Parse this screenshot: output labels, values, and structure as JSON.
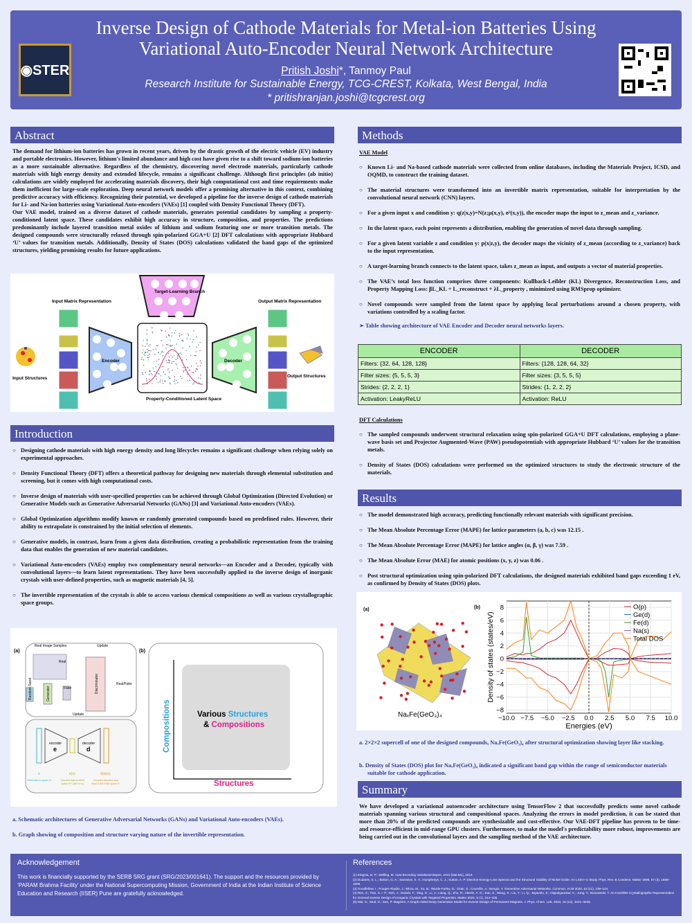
{
  "header": {
    "title_line1": "Inverse Design of Cathode Materials for Metal-ion Batteries Using",
    "title_line2": "Variational Auto-Encoder Neural Network Architecture",
    "author1": "Pritish Joshi",
    "author_rest": "*, Tanmoy Paul",
    "affiliation": "Research Institute for Sustainable Energy, TCG-CREST, Kolkata, West Bengal, India",
    "email": "* pritishranjan.joshi@tcgcrest.org",
    "logo": "ESTER"
  },
  "abstract": {
    "heading": "Abstract",
    "p1": "The demand for lithium-ion batteries has grown in recent years, driven by the drastic growth of the electric vehicle (EV) industry and portable electronics. However, lithium's limited abundance and high cost have given rise to a shift toward sodium-ion batteries as a more sustainable alternative. Regardless of the chemistry, discovering novel electrode materials, particularly cathode materials with high energy density and extended lifecycle, remains a significant challenge. Although first principles (ab initio) calculations are widely employed for accelerating materials discovery, their high computational cost and time requirements make them inefficient for large-scale exploration. Deep neural network models offer a promising alternative in this context, combining predictive accuracy with efficiency. Recognizing their potential, we developed a pipeline for the inverse design of cathode materials for Li- and Na-ion batteries using Variational Auto-encoders (VAEs) [1] coupled with Density Functional Theory (DFT).",
    "p2": "Our VAE model, trained on a diverse dataset of cathode materials, generates potential candidates by sampling a property-conditioned latent space. These candidates exhibit high accuracy in structure, composition, and properties. The predictions predominantly include layered transition metal oxides of lithium and sodium featuring one or more transition metals. The designed compounds were structurally relaxed through spin-polarized GGA+U [2] DFT calculations with appropriate Hubbard ‘U’ values for transition metals. Additionally, Density of States (DOS) calculations validated the band gaps of the optimized structures, yielding promising results for future applications."
  },
  "vae_figure": {
    "input_matrix": "Input Matrix Representation",
    "output_matrix": "Output Matrix Representation",
    "input_structures": "Input Structures",
    "output_structures": "Output Structures",
    "encoder": "Encoder",
    "decoder": "Decoder",
    "target": "Target-Learning Branch",
    "latent": "Property-Conditioned Latent Space"
  },
  "introduction": {
    "heading": "Introduction",
    "items": [
      "Designing cathode materials with high energy density and long lifecycles remains a significant challenge when relying solely on experimental approaches.",
      "Density Functional Theory (DFT) offers a theoretical pathway for designing new materials through elemental substitution and screening, but it comes with high computational costs.",
      "Inverse design of materials with user-specified properties can be achieved through Global Optimization (Directed Evolution) or Generative Models such as Generative Adversarial Networks (GANs) [3] and Variational Auto-encoders (VAEs).",
      "Global Optimization algorithms modify known or randomly generated compounds based on predefined rules. However, their ability to extrapolate is constrained by the initial selection of elements.",
      "Generative models, in contrast, learn from a given data distribution, creating a probabilistic representation from the training data that enables the generation of new material candidates.",
      "Variational Auto-encoders (VAEs) employ two complementary neural networks—an Encoder and a Decoder, typically with convolutional layers—to learn latent representations. They have been successfully applied to the inverse design of inorganic crystals with user-defined properties, such as magnetic materials [4, 5].",
      "The invertible representation of the crystals is able to access various chemical compositions as well as various crystallographic space groups."
    ]
  },
  "gan_figure": {
    "a": "(a)",
    "b": "(b)",
    "real_samples": "Real Image Samples",
    "update": "Update",
    "real": "Real",
    "fake": "Fake",
    "discriminator": "Discriminator",
    "generator": "Generator",
    "seed": "Random Seed",
    "realfake": "Real/Fake",
    "encoder": "encoder",
    "e": "e",
    "decoder": "decoder",
    "d": "d",
    "x": "x",
    "ex": "e(x)",
    "dex": "d(e(x))",
    "x_desc": "initial data in space ℝⁿ",
    "ex_desc": "encoded data in latent space ℝᵐ (with m<n)",
    "dex_desc": "encoded-decoded data back in the initial space ℝⁿ",
    "various": "Various ",
    "structures_word": "Structures",
    "amp": "& ",
    "compositions_word": "Compositions",
    "y_axis": "Compositions",
    "x_axis": "Structures"
  },
  "intro_captions": [
    "a.  Schematic architectures of Generative Adversarial Networks (GANs) and Variational Auto-encoders (VAEs).",
    "b.  Graph showing of composition and structure varying nature of the invertible representation."
  ],
  "methods": {
    "heading": "Methods",
    "vae_heading": "VAE Model",
    "items": [
      "Known Li- and Na-based cathode materials were collected from online databases, including the Materials Project, ICSD, and OQMD, to construct the training dataset.",
      "The material structures were transformed into an invertible matrix representation, suitable for interpretation by the convolutional neural network (CNN) layers.",
      "For a given input x and condition y: q(z|x,y)=N(z;μ(x,y), σ²(x,y)), the encoder maps the input to z_mean and z_variance.",
      "In the latent space, each point represents a distribution, enabling the generation of novel data through sampling.",
      "For a given latent variable z and condition y: p(x|z,y), the decoder maps the vicinity of z_mean (according to z_variance) back to the input representation.",
      "A target-learning branch connects to the latent space, takes z_mean as input, and outputs a vector of material properties.",
      "The VAE’s total loss function comprises three components: Kullback-Leibler (KL) Divergence, Reconstruction Loss, and Property Mapping Loss: βL_KL + L_reconstruct + λL_property , minimized using RMSprop optimizer.",
      "Novel compounds were sampled from the latent space by applying local perturbations around a chosen property, with variations controlled by a scaling factor."
    ],
    "table_caption": "➢ Table showing architecture of VAE Encoder and Decoder neural networks layers.",
    "table": {
      "headers": [
        "ENCODER",
        "DECODER"
      ],
      "rows": [
        [
          "Filters: {32, 64, 128, 128}",
          "Filters: {128, 128, 64, 32}"
        ],
        [
          "Filter sizes: {5, 5, 5, 3}",
          "Filter sizes: {3, 5, 5, 5}"
        ],
        [
          "Strides: {2, 2, 2, 1}",
          "Strides: {1, 2, 2, 2}"
        ],
        [
          "Activation: LeakyReLU",
          "Activation: ReLU"
        ]
      ]
    },
    "dft_heading": "DFT Calculations",
    "dft_items": [
      "The sampled compounds underwent structural relaxation using spin-polarized GGA+U DFT calculations, employing a plane-wave basis set and Projector Augmented-Wave (PAW) pseudopotentials with appropriate Hubbard ‘U’ values for the transition metals.",
      "Density of States (DOS) calculations were performed on the optimized structures to study the electronic structure of the materials."
    ]
  },
  "results": {
    "heading": "Results",
    "items": [
      "The model demonstrated high accuracy, predicting functionally relevant materials with significant precision.",
      "The Mean Absolute Percentage Error (MAPE) for lattice parameters (a, b, c) was 12.15 .",
      "The Mean Absolute Percentage Error (MAPE) for lattice angles (α, β, γ) was 7.59 .",
      "The Mean Absolute Error (MAE) for atomic positions (x, y, z) was 0.06 .",
      "Post structural optimization using spin-polarized DFT calculations, the designed materials exhibited band gaps exceeding 1 eV, as confirmed by Density of States (DOS) plots."
    ],
    "fig_a": "(a)",
    "fig_b": "(b)",
    "compound": "NaₓFe(GeO₃)₄",
    "captions": [
      "a.  2×2×2 supercell of one of the designed compounds, NaₓFe(GeO₃)₄ after structural optimization showing layer like stacking.",
      "b.  Density of States (DOS) plot for NaₓFe(GeO₃)₄ indicated a significant band gap within the range of semiconductor materials suitable for cathode application."
    ]
  },
  "chart_data": {
    "type": "line",
    "title": "",
    "xlabel": "Energies (eV)",
    "ylabel": "Density of states (states/eV)",
    "xlim": [
      -10,
      10
    ],
    "ylim": [
      -8.5,
      9
    ],
    "xticks": [
      "−10.0",
      "−7.5",
      "−5.0",
      "−2.5",
      "0.0",
      "2.5",
      "5.0",
      "7.5",
      "10.0"
    ],
    "yticks": [
      "8",
      "6",
      "4",
      "2",
      "0",
      "−2",
      "−4",
      "−6",
      "−8"
    ],
    "legend_position": "top-right",
    "grid": true,
    "x": [
      -10,
      -9,
      -8,
      -7.6,
      -7,
      -6,
      -5,
      -4,
      -3,
      -2.2,
      -1.5,
      -0.8,
      0,
      1,
      1.5,
      2,
      2.4,
      3,
      4,
      4.8,
      5,
      6,
      7,
      8,
      9,
      10
    ],
    "series": [
      {
        "name": "O(p)",
        "color": "#d62728",
        "up": [
          0.3,
          0.8,
          0.6,
          0.8,
          0.8,
          1.5,
          2.5,
          3,
          4,
          6,
          4,
          2,
          0,
          0.1,
          0.6,
          1,
          1.2,
          1.6,
          1.5,
          0.8,
          0,
          0.3,
          0.5,
          0.6,
          0.7,
          0.8
        ],
        "down": [
          -0.3,
          -0.5,
          -0.6,
          -0.8,
          -1,
          -1.5,
          -2.5,
          -3,
          -4,
          -5.5,
          -4,
          -2,
          0,
          -0.1,
          -0.5,
          -0.8,
          -1,
          -1,
          -0.9,
          -0.8,
          0,
          -0.3,
          -0.5,
          -0.6,
          -0.6,
          -0.7
        ]
      },
      {
        "name": "Ge(d)",
        "color": "#1f77b4",
        "up": [
          0.05,
          0.05,
          0.05,
          0.05,
          0.05,
          0.05,
          0.05,
          0.05,
          0.05,
          0.05,
          0.05,
          0.05,
          0,
          0.05,
          0.05,
          0.05,
          0.05,
          0.05,
          0.05,
          0.05,
          0,
          0.05,
          0.05,
          0.05,
          0.05,
          0.05
        ],
        "down": [
          -0.05,
          -0.05,
          -0.05,
          -0.05,
          -0.05,
          -0.05,
          -0.05,
          -0.05,
          -0.05,
          -0.05,
          -0.05,
          -0.05,
          0,
          -0.05,
          -0.05,
          -0.05,
          -0.05,
          -0.05,
          -0.05,
          -0.05,
          0,
          -0.05,
          -0.05,
          -0.05,
          -0.05,
          -0.05
        ]
      },
      {
        "name": "Fe(d)",
        "color": "#2ca02c",
        "up": [
          0.1,
          0.3,
          1,
          6.5,
          0.5,
          0.1,
          0.1,
          0.1,
          0.1,
          0.1,
          0.1,
          0.1,
          0,
          0,
          0,
          0,
          0,
          0,
          0,
          0,
          0,
          0,
          0,
          0,
          0,
          0
        ],
        "down": [
          0,
          0,
          -0.1,
          -0.1,
          -0.1,
          -0.1,
          -0.1,
          -0.1,
          -0.1,
          -0.1,
          -0.1,
          -0.1,
          0,
          -0.1,
          -0.4,
          -2,
          -6,
          -0.5,
          -0.2,
          -0.1,
          0,
          0,
          0,
          0,
          0,
          0
        ]
      },
      {
        "name": "Na(s)",
        "color": "#9467bd",
        "up": [
          0.02,
          0.02,
          0.02,
          0.02,
          0.02,
          0.02,
          0.02,
          0.02,
          0.02,
          0.02,
          0.02,
          0.02,
          0,
          0.02,
          0.02,
          0.02,
          0.02,
          0.02,
          0.02,
          0.02,
          0,
          0.02,
          0.02,
          0.02,
          0.02,
          0.02
        ],
        "down": [
          -0.02,
          -0.02,
          -0.02,
          -0.02,
          -0.02,
          -0.02,
          -0.02,
          -0.02,
          -0.02,
          -0.02,
          -0.02,
          -0.02,
          0,
          -0.02,
          -0.02,
          -0.02,
          -0.02,
          -0.02,
          -0.02,
          -0.02,
          0,
          -0.02,
          -0.02,
          -0.02,
          -0.02,
          -0.02
        ]
      },
      {
        "name": "Total DOS",
        "color": "#ff7f0e",
        "up": [
          1.5,
          2.5,
          3,
          8.8,
          3,
          4.5,
          4,
          5,
          6,
          9,
          5,
          3,
          0,
          0.5,
          1.5,
          2.5,
          3,
          4,
          4,
          2,
          0,
          3,
          3.5,
          3.5,
          3,
          4.2
        ],
        "down": [
          -1.5,
          -1.5,
          -2.5,
          -3,
          -3,
          -4.5,
          -5,
          -6.5,
          -7,
          -8,
          -6,
          -3,
          0,
          -0.5,
          -1.5,
          -5,
          -8.3,
          -2.5,
          -3,
          -2,
          0,
          -2,
          -2.5,
          -3,
          -3.5,
          -4
        ]
      }
    ]
  },
  "summary": {
    "heading": "Summary",
    "text": "We have developed a variational autoencoder architecture using TensorFlow 2 that successfully predicts some novel cathode materials spanning various structural and compositional spaces. Analyzing the errors in model prediction, it can be stated that more than 20% of the predicted compounds are synthesizable and cost-effective. Our VAE-DFT pipeline has proven to be time- and resource-efficient in mid-range GPU clusters. Furthermore, to make the model's predictability more robust, improvements are being carried out in the convolutional layers and the sampling method of the VAE architecture."
  },
  "acknowledgement": {
    "heading": "Acknowledgement",
    "text": "This work is financially supported by the SERB SRG grant (SRG/2023/001641). The support and the resources provided by ‘PARAM Brahma Facility’ under the National Supercomputing Mission, Government of India at the Indian Institute of Science Education and Research (IISER) Pune are gratefully acknowledged."
  },
  "references": {
    "heading": "References",
    "items": [
      "(1) Kingma, D. P.; Welling, M. Auto-Encoding Variational Bayes. arXiv [stat.ML], 2013.",
      "(2) Dudarev, S. L.; Botton, G. A.; Savrasov, S. Y.; Humphreys, C. J.; Sutton, A. P. Electron-Energy-Loss Spectra and the Structural Stability of Nickel Oxide: An LSDA+U Study. Phys. Rev. B Condens. Matter 1998, 57 (3), 1505–1509.",
      "(3) Goodfellow, I.; Pouget-Abadie, J.; Mirza, M.; Xu, B.; Warde-Farley, D.; Ozair, S.; Courville, A.; Bengio, Y. Generative Adversarial Networks. Commun. ACM 2020, 63 (11), 139–144.",
      "(4) Ren, Z.; Tian, S. I. P.; Noh, J.; Oviedo, F.; Xing, G.; Li, J.; Liang, Q.; Zhu, R.; Aberle, A. G.; Sun, S.; Wang, X.; Liu, Y.; Li, Q.; Jayavelu, S.; Hippalgaonkar, K.; Jung, Y.; Buonassisi, T. An Invertible Crystallographic Representation for General Inverse Design of Inorganic Crystals with Targeted Properties. Matter 2022, 5 (1), 314–335.",
      "(5) Mal, S.; Seal, G.; Sen, P. MagGen: A Graph-Aided Deep Generative Model for Inverse Design of Permanent Magnets. J. Phys. Chem. Lett. 2024, 15 (12), 3221–3228."
    ]
  }
}
